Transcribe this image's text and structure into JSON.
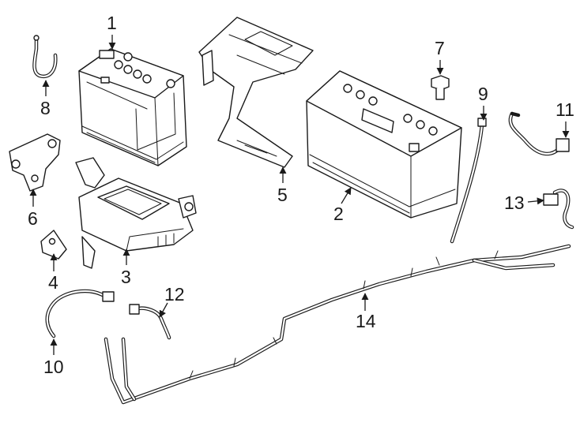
{
  "diagram": {
    "callouts": {
      "c1": "1",
      "c2": "2",
      "c3": "3",
      "c4": "4",
      "c5": "5",
      "c6": "6",
      "c7": "7",
      "c8": "8",
      "c9": "9",
      "c10": "10",
      "c11": "11",
      "c12": "12",
      "c13": "13",
      "c14": "14"
    },
    "line_color": "#1a1a1a",
    "background": "#ffffff"
  }
}
